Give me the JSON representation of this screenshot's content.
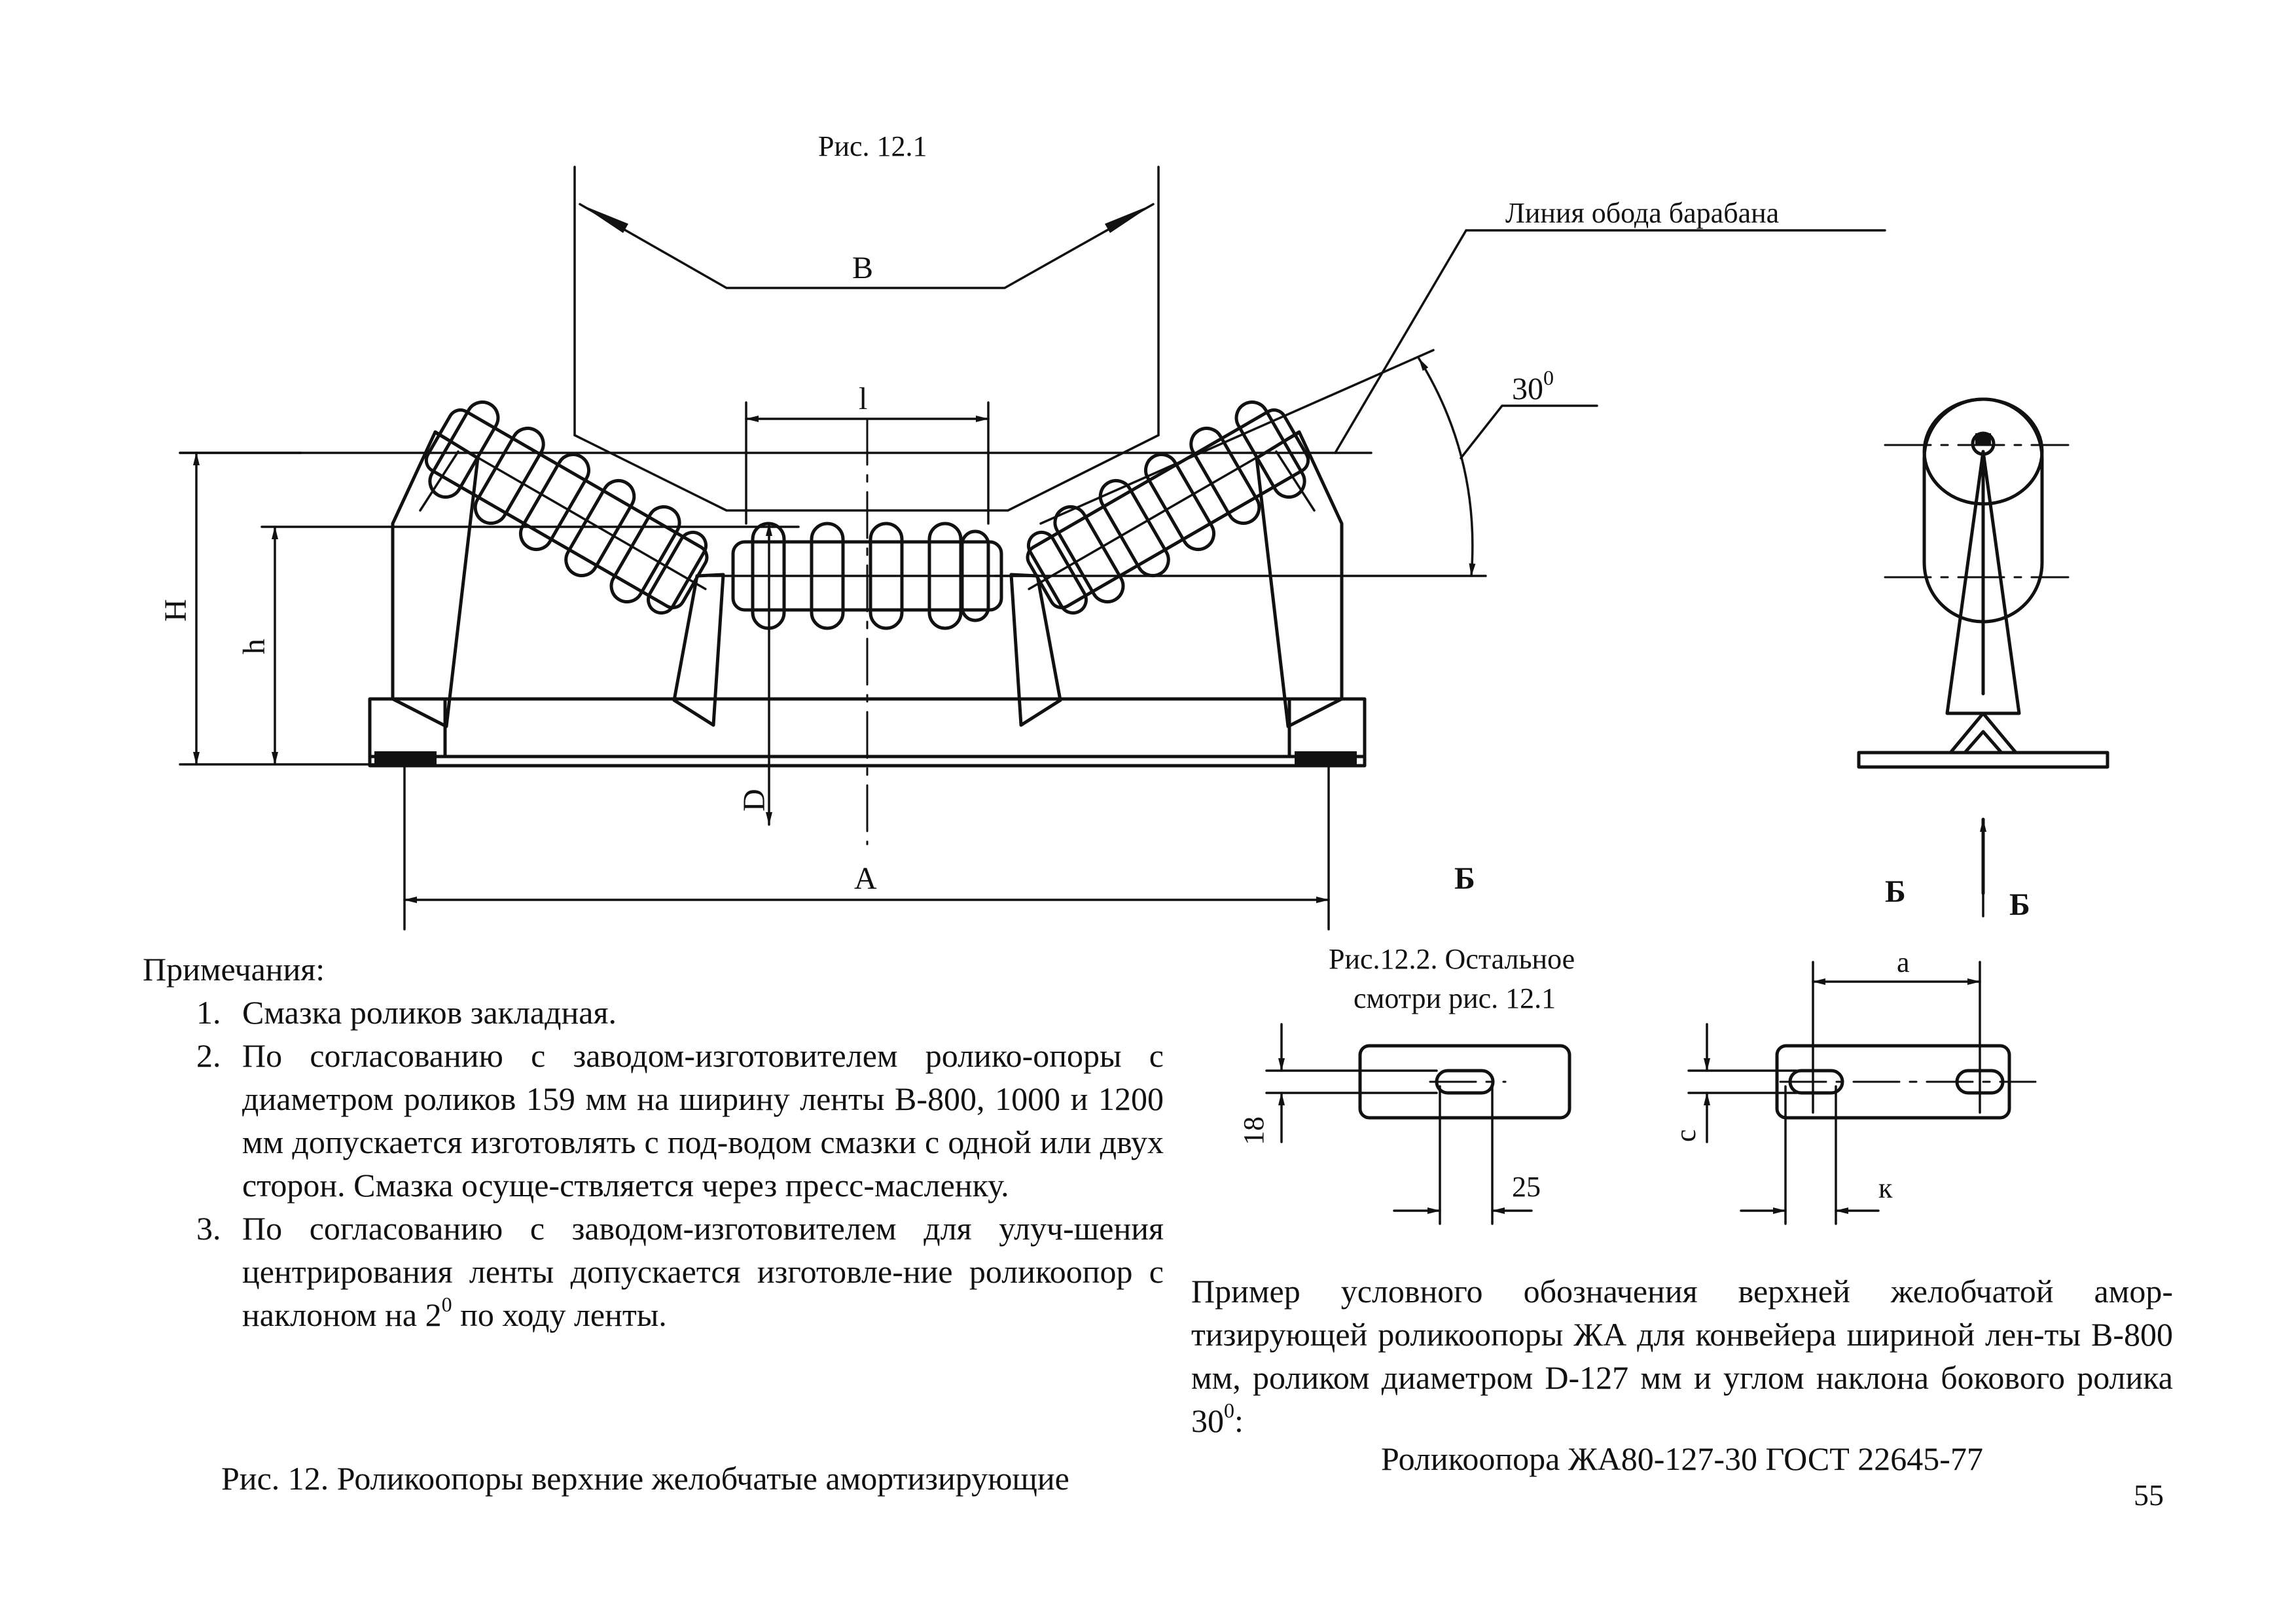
{
  "fig_12_1": {
    "caption": "Рис. 12.1",
    "rim_line_label": "Линия обода барабана",
    "dim_B": "B",
    "dim_l": "l",
    "dim_angle": "30",
    "dim_angle_unit": "0",
    "dim_H": "H",
    "dim_h": "h",
    "dim_D": "D",
    "dim_A": "A",
    "view_B_left": "Б"
  },
  "side_view": {
    "view_B_label": "Б",
    "arrow_label": "Б"
  },
  "fig_12_2": {
    "caption_line1": "Рис.12.2. Остальное",
    "caption_line2": "смотри рис. 12.1",
    "dim_18": "18",
    "dim_25": "25",
    "dim_a": "a",
    "dim_c": "c",
    "dim_k": "к"
  },
  "notes": {
    "title": "Примечания:",
    "items": [
      {
        "num": "1.",
        "text": "Смазка роликов закладная."
      },
      {
        "num": "2.",
        "text": "По согласованию с заводом-изготовителем ролико-опоры с диаметром роликов 159 мм на ширину ленты B-800, 1000 и 1200 мм допускается изготовлять с под-водом смазки с одной или двух сторон. Смазка осуще-ствляется через пресс-масленку."
      },
      {
        "num": "3.",
        "text_before": "По согласованию с заводом-изготовителем для улуч-шения центрирования ленты допускается изготовле-ние роликоопор с наклоном на 2",
        "sup": "0",
        "text_after": " по ходу ленты."
      }
    ]
  },
  "example": {
    "text_before": "Пример условного обозначения верхней желобчатой амор-тизирующей роликоопоры ЖА для конвейера шириной лен-ты B-800 мм, роликом диаметром D-127 мм и углом наклона бокового ролика 30",
    "sup": "0",
    "text_after": ":",
    "designation": "Роликоопора ЖА80-127-30 ГОСТ 22645-77"
  },
  "figure_caption": "Рис. 12. Роликоопоры верхние желобчатые амортизирующие",
  "page_number": "55"
}
